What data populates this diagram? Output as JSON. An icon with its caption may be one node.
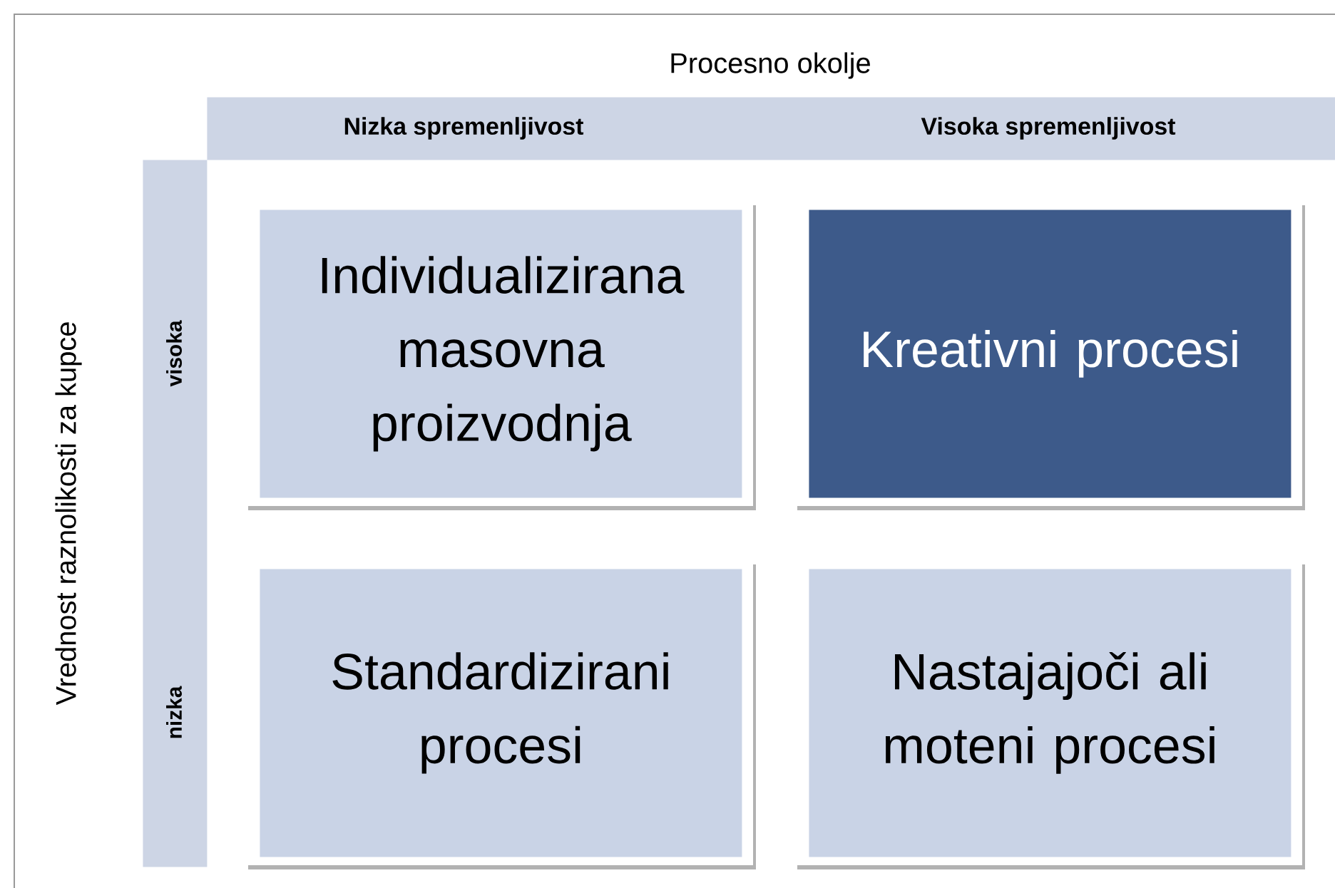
{
  "diagram": {
    "nodes": [
      {
        "text": [
          "Nizka spremenljivost",
          "Visoka spremenljivost"
        ]
      },
      {
        "text": [
          "visoka",
          "nizka"
        ]
      },
      {
        "text": [
          "Individualizirana masovna proizvodnja"
        ]
      },
      {
        "text": [
          "Kreativni procesi"
        ]
      },
      {
        "text": [
          "Standardizirani procesi"
        ]
      },
      {
        "text": [
          "Nastajajoči ali moteni procesi"
        ]
      }
    ],
    "labels": [
      "Procesno okolje",
      "Vrednost raznolikosti za kupce"
    ]
  }
}
